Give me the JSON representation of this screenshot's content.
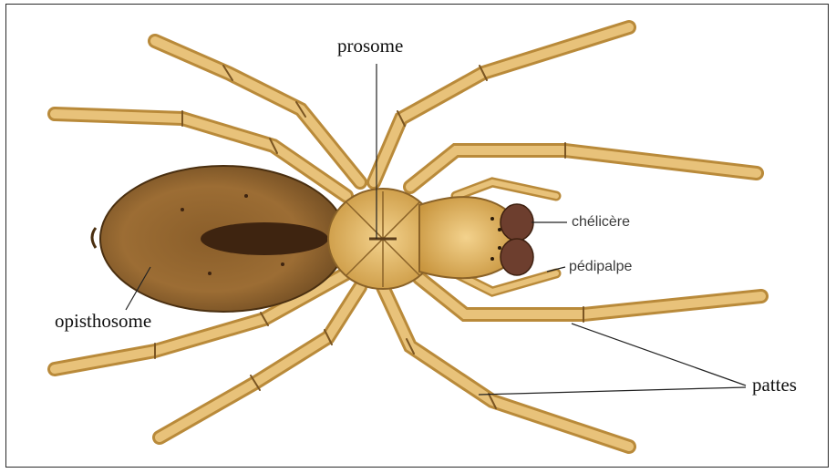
{
  "labels": {
    "prosome": "prosome",
    "chelicere": "chélicère",
    "pedipalpe": "pédipalpe",
    "opisthosome": "opisthosome",
    "pattes": "pattes"
  },
  "illustration": {
    "subject": "spider-dorsal-view",
    "colors": {
      "leg_light": "#e8c27a",
      "leg_dark": "#b98a3a",
      "abdomen_dark": "#5a3c1a",
      "abdomen_light": "#a5773a",
      "carapace": "#e0b868",
      "chelicera": "#6d3e2e",
      "line": "#222222"
    }
  }
}
